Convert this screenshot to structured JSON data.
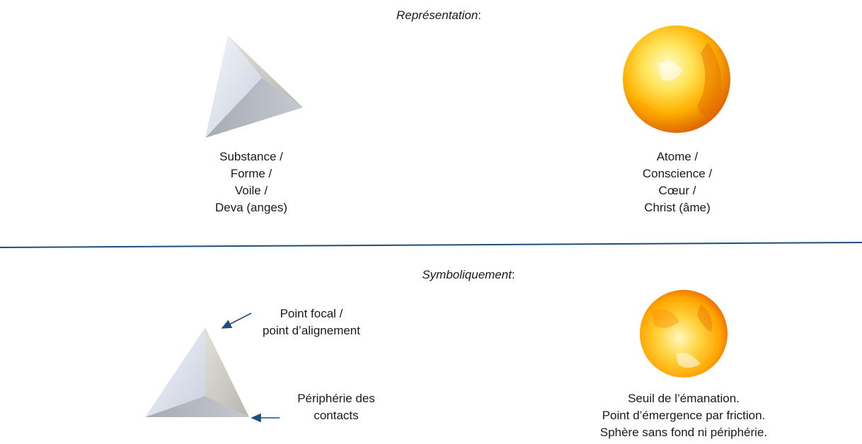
{
  "top": {
    "heading": "Représentation",
    "heading_suffix": ":",
    "left_label": [
      "Substance /",
      "Forme /",
      "Voile /",
      "Deva (anges)"
    ],
    "right_label": [
      "Atome /",
      "Conscience /",
      "Cœur /",
      "Christ (âme)"
    ]
  },
  "bottom": {
    "heading": "Symboliquement",
    "heading_suffix": ":",
    "apex_label": [
      "Point focal /",
      "point d’alignement"
    ],
    "base_label": [
      "Périphérie des",
      "contacts"
    ],
    "sphere_caption": [
      "Seuil de l’émanation.",
      "Point d’émergence par friction.",
      "Sphère sans fond ni périphérie."
    ]
  },
  "colors": {
    "divider": "#1f4e79",
    "arrow": "#1f4e79",
    "sphere_core": "#fff6a8",
    "sphere_mid": "#ffc21a",
    "sphere_edge": "#e06a00",
    "pyramid_light": "#eef1f7",
    "pyramid_mid": "#c9cfdc",
    "pyramid_dark": "#9aa0ad"
  }
}
